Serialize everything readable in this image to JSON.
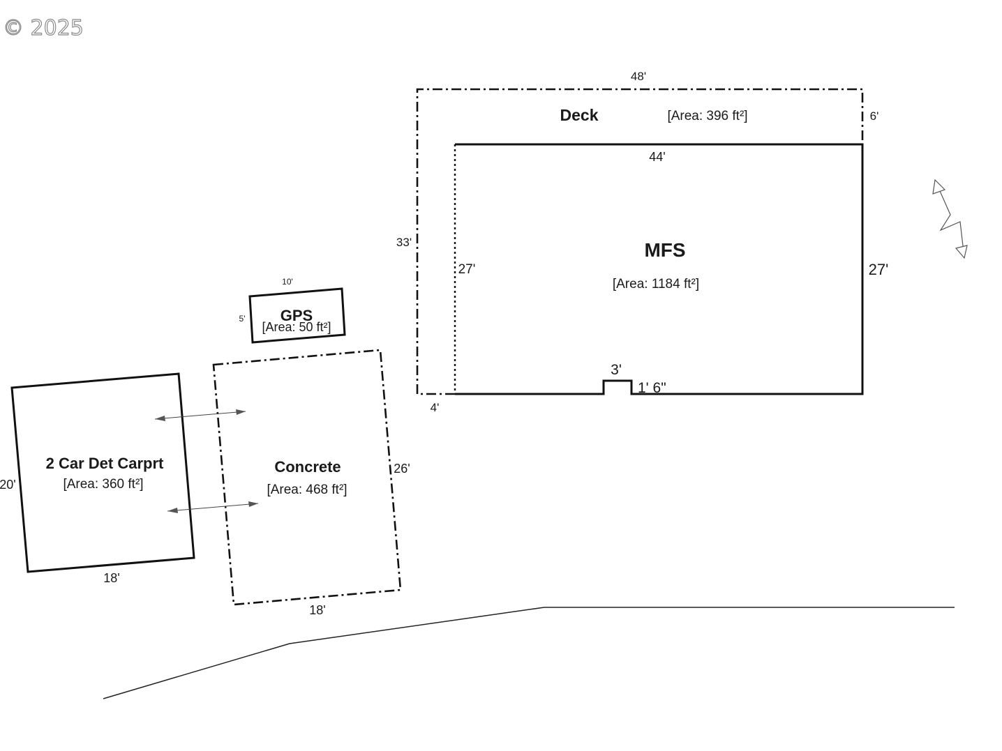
{
  "watermark": "© 2025",
  "deck": {
    "name": "Deck",
    "area": "[Area: 396 ft²]",
    "dim_top": "48'",
    "dim_right": "6'",
    "dim_left": "33'",
    "dim_bottom_left": "4'"
  },
  "mfs": {
    "name": "MFS",
    "area": "[Area: 1184 ft²]",
    "dim_top": "44'",
    "dim_left": "27'",
    "dim_right": "27'",
    "notch_width": "3'",
    "notch_depth": "1' 6\""
  },
  "gps": {
    "name": "GPS",
    "area": "[Area: 50 ft²]",
    "dim_top": "10'",
    "dim_left": "5'"
  },
  "carport": {
    "name": "2 Car Det Carprt",
    "area": "[Area: 360 ft²]",
    "dim_left": "20'",
    "dim_bottom": "18'"
  },
  "concrete": {
    "name": "Concrete",
    "area": "[Area: 468 ft²]",
    "dim_right": "26'",
    "dim_bottom": "18'"
  },
  "north_arrow_icon": "north-arrow-icon"
}
